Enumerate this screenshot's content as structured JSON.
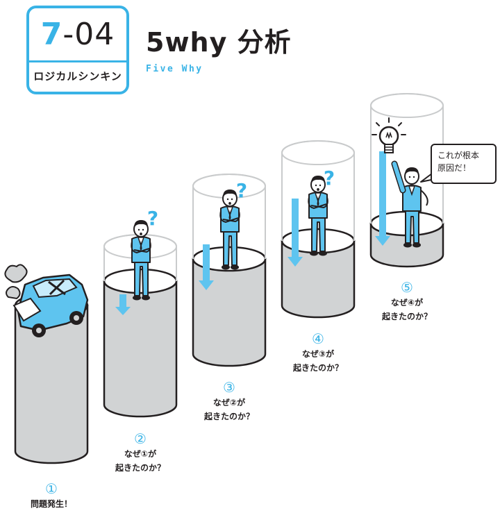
{
  "badge": {
    "number_main": "7",
    "number_rest": "-04",
    "category": "ロジカルシンキング"
  },
  "title": "5why 分析",
  "subtitle": "Five Why",
  "steps": [
    {
      "number": "①",
      "lines": [
        "問題発生！"
      ]
    },
    {
      "number": "②",
      "lines": [
        "なぜ①が",
        "起きたのか？"
      ]
    },
    {
      "number": "③",
      "lines": [
        "なぜ②が",
        "起きたのか？"
      ]
    },
    {
      "number": "④",
      "lines": [
        "なぜ③が",
        "起きたのか？"
      ]
    },
    {
      "number": "⑤",
      "lines": [
        "なぜ④が",
        "起きたのか？"
      ]
    }
  ],
  "speech_bubble": {
    "lines": [
      "これが根本",
      "原因だ！"
    ]
  },
  "icons": [
    "broken-car-icon",
    "question-mark-icon",
    "light-bulb-icon",
    "down-arrow-icon"
  ],
  "colors": {
    "accent": "#39b3e6",
    "cylinder": "#d1d3d4",
    "outline": "#231f20",
    "figure": "#5ec4ef"
  }
}
